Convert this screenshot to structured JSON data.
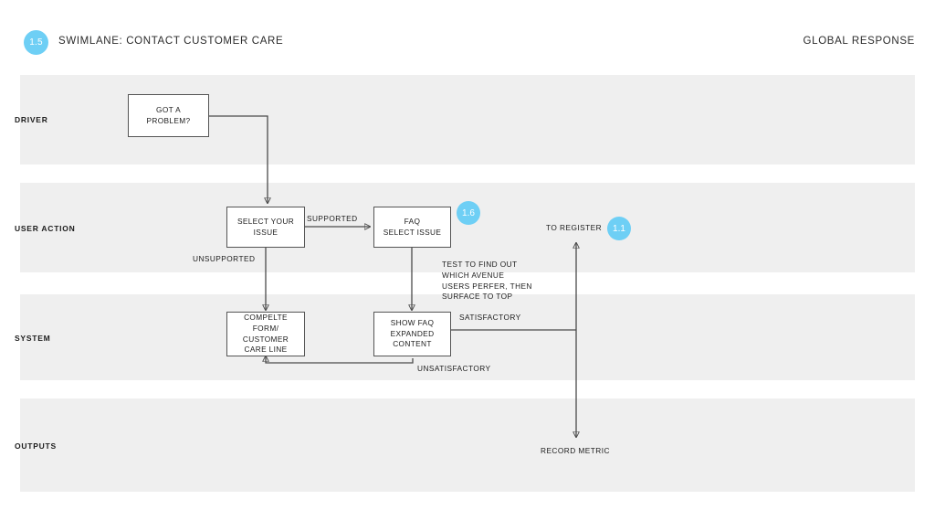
{
  "header": {
    "badge": "1.5",
    "title": "SWIMLANE: CONTACT CUSTOMER CARE",
    "right_label": "GLOBAL RESPONSE"
  },
  "colors": {
    "badge_fill": "#6ecff5",
    "lane_fill": "#efefef",
    "line": "#4a4a4a",
    "node_border": "#555555",
    "text": "#1c1c1c"
  },
  "lanes": [
    {
      "id": "driver",
      "label": "DRIVER"
    },
    {
      "id": "user-action",
      "label": "USER ACTION"
    },
    {
      "id": "system",
      "label": "SYSTEM"
    },
    {
      "id": "outputs",
      "label": "OUTPUTS"
    }
  ],
  "nodes": [
    {
      "id": "got-a-problem",
      "lane": "driver",
      "label": "GOT A\nPROBLEM?"
    },
    {
      "id": "select-issue",
      "lane": "user-action",
      "label": "SELECT YOUR\nISSUE"
    },
    {
      "id": "faq-select",
      "lane": "user-action",
      "label": "FAQ\nSELECT ISSUE"
    },
    {
      "id": "complete-form",
      "lane": "system",
      "label": "COMPELTE\nFORM/\nCUSTOMER\nCARE LINE"
    },
    {
      "id": "show-faq",
      "lane": "system",
      "label": "SHOW FAQ\nEXPANDED\nCONTENT"
    }
  ],
  "edge_labels": [
    {
      "id": "supported",
      "text": "SUPPORTED"
    },
    {
      "id": "unsupported",
      "text": "UNSUPPORTED"
    },
    {
      "id": "satisfactory",
      "text": "SATISFACTORY"
    },
    {
      "id": "unsatisfactory",
      "text": "UNSATISFACTORY"
    },
    {
      "id": "to-register",
      "text": "TO REGISTER"
    },
    {
      "id": "record-metric",
      "text": "RECORD METRIC"
    }
  ],
  "notes": [
    {
      "id": "faq-test-note",
      "text": "TEST TO FIND OUT\nWHICH AVENUE\nUSERS PERFER, THEN\nSURFACE TO TOP"
    }
  ],
  "step_badges": [
    {
      "id": "badge-1-6",
      "value": "1.6"
    },
    {
      "id": "badge-1-1",
      "value": "1.1"
    }
  ]
}
